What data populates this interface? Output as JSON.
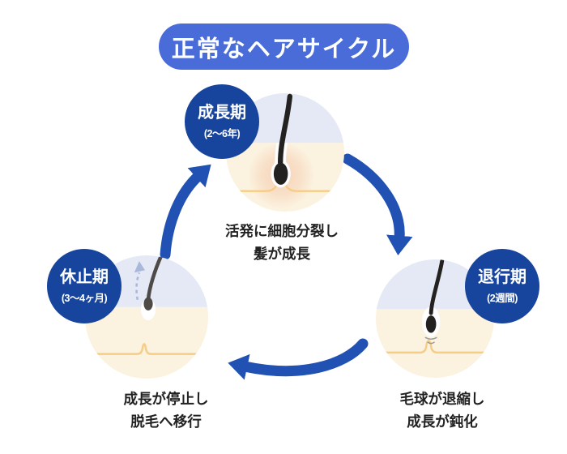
{
  "title": "正常なヘアサイクル",
  "stages": [
    {
      "key": "growth",
      "name": "成長期",
      "duration": "(2〜6年)",
      "caption": [
        "活発に細胞分裂し",
        "髪が成長"
      ]
    },
    {
      "key": "regression",
      "name": "退行期",
      "duration": "(2週間)",
      "caption": [
        "毛球が退縮し",
        "成長が鈍化"
      ]
    },
    {
      "key": "resting",
      "name": "休止期",
      "duration": "(3〜4ヶ月)",
      "caption": [
        "成長が停止し",
        "脱毛へ移行"
      ]
    }
  ],
  "colors": {
    "background": "#ffffff",
    "title_pill": "#4a6cd9",
    "stage_badge": "#17449c",
    "arrow": "#2151b3",
    "above_skin": "#e5e9f5",
    "skin": "#fbf2df",
    "derm_line": "#f6cd85",
    "bulb_glow": "#f2b896",
    "hair": "#242220",
    "hair_resting": "#4d4a47",
    "shed_arrow": "#a9b7db",
    "retraction_marks": "#999999",
    "caption_text": "#222222"
  }
}
